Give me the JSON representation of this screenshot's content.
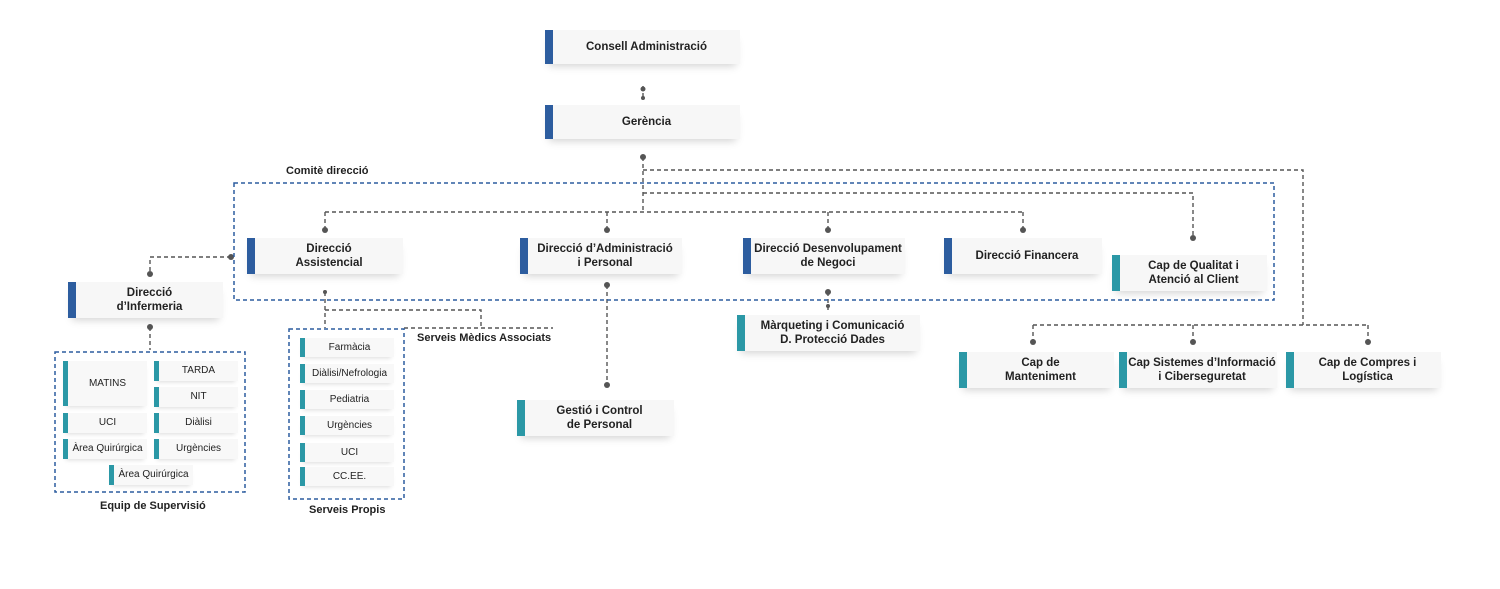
{
  "top": {
    "consell": "Consell Administració",
    "gerencia": "Gerència"
  },
  "comite": {
    "label": "Comitè direcció",
    "assistencial": "Direcció\nAssistencial",
    "administracio": "Direcció d’Administració\ni Personal",
    "desenvolupament": "Direcció Desenvolupament\nde Negoci",
    "financera": "Direcció Financera",
    "qualitat": "Cap de Qualitat i\nAtenció al Client"
  },
  "infermeria": "Direcció\nd’Infermeria",
  "supervisio": {
    "label": "Equip de Supervisió",
    "items": [
      "MATINS",
      "TARDA",
      "NIT",
      "UCI",
      "Diàlisi",
      "Àrea Quirúrgica",
      "Urgències",
      "Àrea Quirúrgica"
    ]
  },
  "propis": {
    "label": "Serveis Propis",
    "items": [
      "Farmàcia",
      "Diàlisi/Nefrologia",
      "Pediatria",
      "Urgències",
      "UCI",
      "CC.EE."
    ]
  },
  "medics_associats": "Serveis Mèdics Associats",
  "gestio": "Gestió i Control\nde Personal",
  "marqueting": "Màrqueting i Comunicació\nD. Protecció Dades",
  "caps": {
    "manteniment": "Cap de\nManteniment",
    "sistemes": "Cap Sistemes d’Informació\ni Ciberseguretat",
    "compres": "Cap de Compres i\nLogística"
  },
  "colors": {
    "navy": "#2d5d9f",
    "teal": "#2b98a6",
    "dashed_box": "#2d5d9f",
    "line": "#555555"
  }
}
